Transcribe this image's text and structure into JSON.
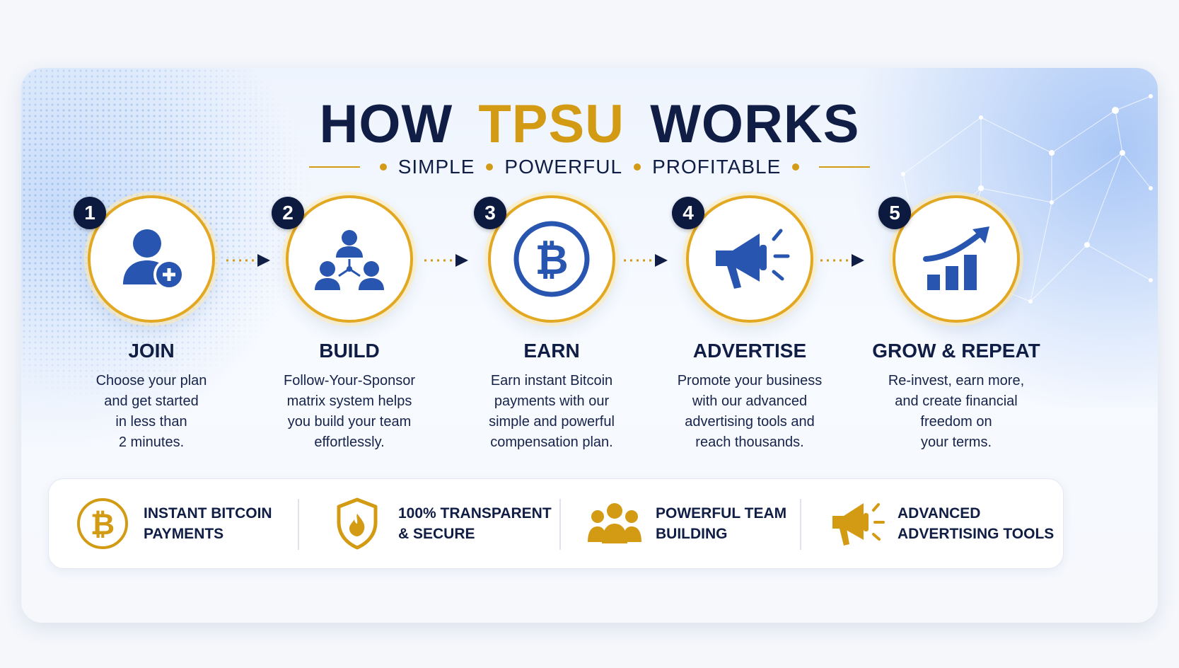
{
  "header": {
    "title_pre": "HOW",
    "title_brand": "TPSU",
    "title_post": "WORKS",
    "tagline": [
      "SIMPLE",
      "POWERFUL",
      "PROFITABLE"
    ]
  },
  "steps": [
    {
      "number": "1",
      "name": "JOIN",
      "icon": "user-plus-icon",
      "desc": [
        "Choose your plan",
        "and get started",
        "in less than",
        "2 minutes."
      ]
    },
    {
      "number": "2",
      "name": "BUILD",
      "icon": "team-network-icon",
      "desc": [
        "Follow-Your-Sponsor",
        "matrix system helps",
        "you build your team",
        "effortlessly."
      ]
    },
    {
      "number": "3",
      "name": "EARN",
      "icon": "bitcoin-icon",
      "desc": [
        "Earn instant Bitcoin",
        "payments with our",
        "simple and powerful",
        "compensation plan."
      ]
    },
    {
      "number": "4",
      "name": "ADVERTISE",
      "icon": "megaphone-icon",
      "desc": [
        "Promote your business",
        "with our advanced",
        "advertising tools and",
        "reach thousands."
      ]
    },
    {
      "number": "5",
      "name": "GROW & REPEAT",
      "icon": "growth-chart-icon",
      "desc": [
        "Re-invest, earn more,",
        "and create financial",
        "freedom on",
        "your terms."
      ]
    }
  ],
  "features": [
    {
      "icon": "bitcoin-coin-icon",
      "lines": [
        "INSTANT BITCOIN",
        "PAYMENTS"
      ]
    },
    {
      "icon": "shield-icon",
      "lines": [
        "100% TRANSPARENT",
        "& SECURE"
      ]
    },
    {
      "icon": "team-icon",
      "lines": [
        "POWERFUL TEAM",
        "BUILDING"
      ]
    },
    {
      "icon": "megaphone-icon",
      "lines": [
        "ADVANCED",
        "ADVERTISING TOOLS"
      ]
    }
  ],
  "colors": {
    "navy": "#101d45",
    "gold": "#d39b14",
    "icon_blue": "#2855b0"
  }
}
